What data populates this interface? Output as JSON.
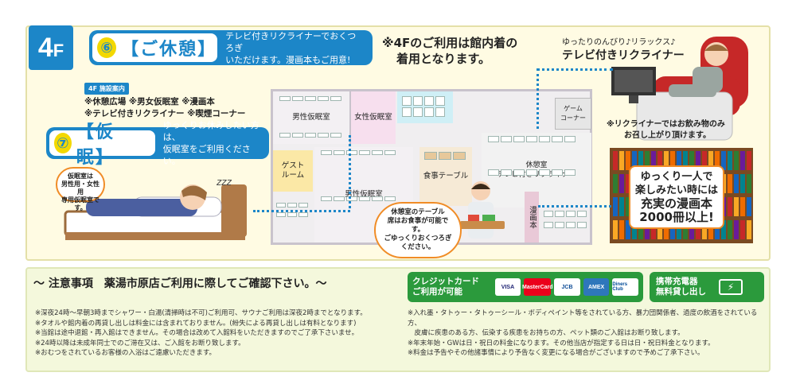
{
  "floor": {
    "label": "4",
    "suffix": "F"
  },
  "rest_banner": {
    "number": "⑥",
    "name": "【ご休憩】",
    "desc_line1": "テレビ付きリクライナーでおくつろぎ",
    "desc_line2": "いただけます。漫画本もご用意!"
  },
  "nap_banner": {
    "number": "⑦",
    "name": "【仮 眠】",
    "desc_line1": "ゆっくりお休みしたい方は、",
    "desc_line2": "仮眠室をご利用ください。"
  },
  "note_4f": {
    "line1": "※4Fのご利用は館内着の",
    "line2": "着用となります。"
  },
  "recliner_caption": {
    "sub": "ゆったりのんびり♪リラックス♪",
    "main": "テレビ付きリクライナー"
  },
  "facility": {
    "tag": "4F 施設案内",
    "line1": "※休憩広場 ※男女仮眠室 ※漫画本",
    "line2": "※テレビ付きリクライナー ※喫煙コーナー"
  },
  "map": {
    "male_nap_room_top": "男性仮眠室",
    "female_nap_room": "女性仮眠室",
    "guest_room": "ゲスト\nルーム",
    "male_nap_room_bottom": "男性仮眠室",
    "dining_table": "食事テーブル",
    "game_corner": "ゲーム\nコーナー",
    "rest_room": "休憩室\nテレビ付きリクライナー",
    "manga": "漫画本"
  },
  "table_bubble": {
    "line1": "休憩室のテーブル",
    "line2": "席はお食事が可能です。",
    "line3": "ごゆっくりおくつろぎ",
    "line4": "ください。"
  },
  "sleep_bubble": {
    "line1": "仮眠室は",
    "line2": "男性用・女性用",
    "line3": "専用仮眠室です。"
  },
  "sleep_sound": "zzz",
  "drink_note": {
    "line1": "※リクライナーではお飲み物のみ",
    "line2": "お召し上がり頂けます。"
  },
  "manga_bubble": {
    "line1": "ゆっくり一人で",
    "line2": "楽しみたい時には",
    "line3": "充実の漫画本",
    "line4": "2000冊以上!"
  },
  "notice": {
    "title": "〜 注意事項　薬湯市原店ご利用に際してご確認下さい。〜"
  },
  "credit": {
    "label_line1": "クレジットカード",
    "label_line2": "ご利用が可能",
    "cards": [
      "VISA",
      "MasterCard",
      "JCB",
      "AMEX",
      "Diners Club"
    ]
  },
  "charger": {
    "line1": "携帯充電器",
    "line2": "無料貸し出し"
  },
  "notes_left": [
    "※深夜24時〜早朝3時までシャワー・白湯(清掃時は不可)ご利用可、サウナご利用は深夜2時までとなります。",
    "※タオルや館内着の再貸し出しは料金には含まれておりません。(紛失による再貸し出しは有料となります)",
    "※当館は途中退館・再入館はできません。その場合は改めて入館料をいただきますのでご了承下さいませ。",
    "※24時以降は未成年同士でのご滞在又は、ご入館をお断り致します。",
    "※おむつをされているお客様の入浴はご遠慮いただきます。"
  ],
  "notes_right": [
    "※入れ墨・タトゥー・タトゥーシール・ボディペイント等をされている方、暴力団関係者、過度の飲酒をされている方、",
    "　皮膚に疾患のある方、伝染する疾患をお持ちの方、ペット類のご入館はお断り致します。",
    "※年末年始・GWは日・祝日の料金になります。その他当店が指定する日は日・祝日料金となります。",
    "※料金は予告やその他諸事情により予告なく変更になる場合がございますので予めご了承下さい。"
  ],
  "colors": {
    "brand_blue": "#1c86c8",
    "accent_orange": "#f08c26",
    "green": "#2b9a3c"
  }
}
